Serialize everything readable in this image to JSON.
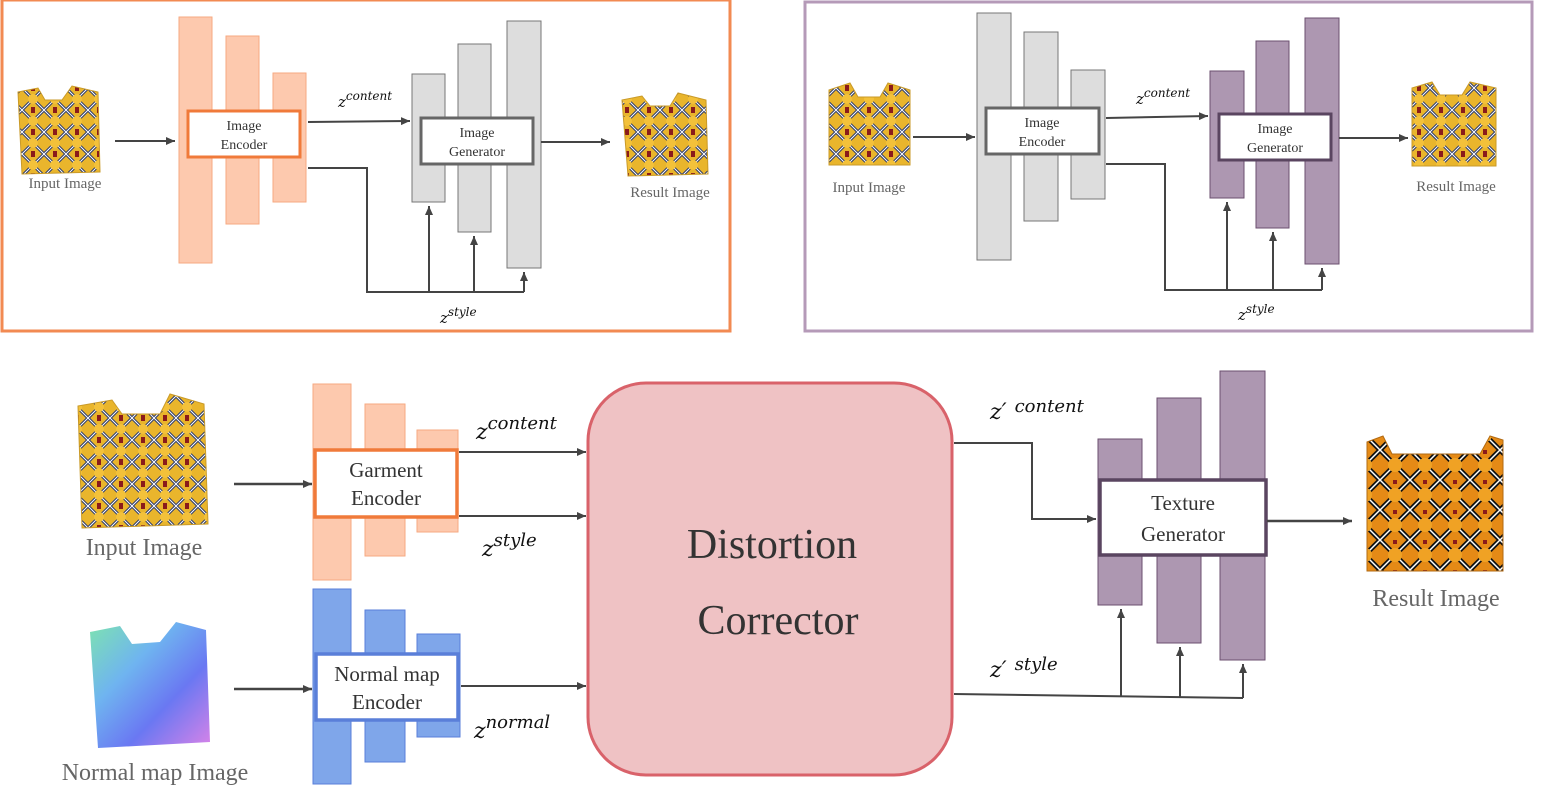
{
  "colors": {
    "orange_border": "#f28a52",
    "orange_fill": "#fdc9ae",
    "orange_box": "#f07a3a",
    "purple_border": "#b59ab8",
    "purple_fill": "#ad97b1",
    "purple_stroke": "#6b4f6f",
    "gray_fill": "#dddddd",
    "gray_stroke": "#666666",
    "blue_fill": "#7fa6ea",
    "blue_stroke": "#5a7fd9",
    "corrector_fill": "#efc2c4",
    "corrector_stroke": "#d9626a",
    "texture_box": "#5a4560",
    "arrow": "#444444"
  },
  "panel_a": {
    "input_caption": "Input Image",
    "encoder_label": [
      "Image",
      "Encoder"
    ],
    "generator_label": [
      "Image",
      "Generator"
    ],
    "z_content": {
      "base": "z",
      "sup": "content"
    },
    "z_style": {
      "base": "z",
      "sup": "style"
    },
    "result_caption": "Result Image"
  },
  "panel_b": {
    "input_caption": "Input Image",
    "encoder_label": [
      "Image",
      "Encoder"
    ],
    "generator_label": [
      "Image",
      "Generator"
    ],
    "z_content": {
      "base": "z",
      "sup": "content"
    },
    "z_style": {
      "base": "z",
      "sup": "style"
    },
    "result_caption": "Result Image"
  },
  "panel_c": {
    "input_caption": "Input Image",
    "normal_caption": "Normal map Image",
    "garment_encoder": [
      "Garment",
      "Encoder"
    ],
    "normal_encoder": [
      "Normal map",
      "Encoder"
    ],
    "z_content": {
      "base": "z",
      "sup": "content"
    },
    "z_style": {
      "base": "z",
      "sup": "style"
    },
    "z_normal": {
      "base": "z",
      "sup": "normal"
    },
    "corrector": [
      "Distortion",
      "Corrector"
    ],
    "z_prime_content": {
      "base": "z′",
      "sup": "content"
    },
    "z_prime_style": {
      "base": "z′",
      "sup": "style"
    },
    "texture_generator": [
      "Texture",
      "Generator"
    ],
    "result_caption": "Result Image"
  }
}
